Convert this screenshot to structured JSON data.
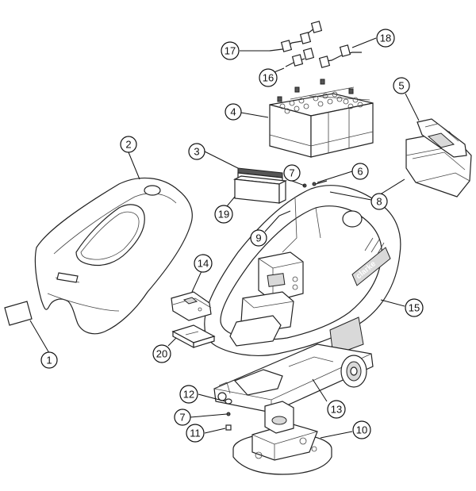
{
  "callouts": [
    {
      "id": "c1",
      "label": "1"
    },
    {
      "id": "c2",
      "label": "2"
    },
    {
      "id": "c3",
      "label": "3"
    },
    {
      "id": "c4",
      "label": "4"
    },
    {
      "id": "c5",
      "label": "5"
    },
    {
      "id": "c6",
      "label": "6"
    },
    {
      "id": "c7a",
      "label": "7"
    },
    {
      "id": "c8",
      "label": "8"
    },
    {
      "id": "c9",
      "label": "9"
    },
    {
      "id": "c10",
      "label": "10"
    },
    {
      "id": "c11",
      "label": "11"
    },
    {
      "id": "c12",
      "label": "12"
    },
    {
      "id": "c7b",
      "label": "7"
    },
    {
      "id": "c13",
      "label": "13"
    },
    {
      "id": "c14",
      "label": "14"
    },
    {
      "id": "c15",
      "label": "15"
    },
    {
      "id": "c16",
      "label": "16"
    },
    {
      "id": "c17",
      "label": "17"
    },
    {
      "id": "c18",
      "label": "18"
    },
    {
      "id": "c19",
      "label": "19"
    },
    {
      "id": "c20",
      "label": "20"
    }
  ],
  "decal_text": "clarke"
}
